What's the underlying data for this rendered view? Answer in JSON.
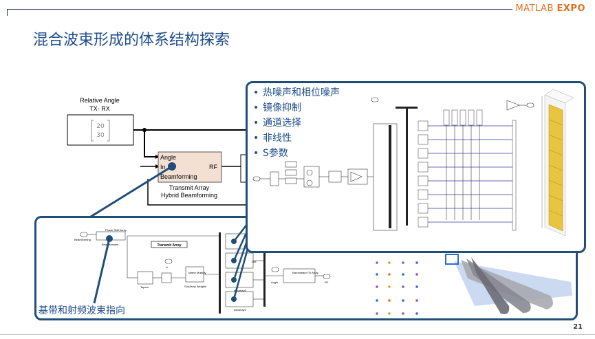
{
  "slide": {
    "brand_matlab": "MATLAB",
    "brand_expo": "EXPO",
    "title": "混合波束形成的体系结构探索",
    "page_number": "21"
  },
  "top_diagram": {
    "relative_angle_line1": "Relative Angle",
    "relative_angle_line2": "TX- RX",
    "matrix_top": "20",
    "matrix_bottom": "30",
    "block_port_angle": "Angle",
    "block_port_in": "In",
    "block_port_rf": "RF",
    "block_port_beamforming": "Beamforming",
    "block_label_line1": "Transmit Array",
    "block_label_line2": "Hybrid Beamforming"
  },
  "callout": {
    "bullets": [
      "热噪声和相位噪声",
      "镜像抑制",
      "通道选择",
      "非线性",
      "S参数"
    ]
  },
  "bottom_panel": {
    "label": "基带和射频波束指向",
    "transmit_array": "Transmit Array",
    "phase_shift_array": "Phase Shift Array",
    "beamformers": "Beamformers",
    "beamforming": "Beamforming",
    "tapers": "Tapers",
    "matrix_multiply": "Matrix Multiply",
    "subarray_weights": "SubArray Weights",
    "narrowband_tx_array": "Narrowband Tx Array",
    "angle": "Angle",
    "rf": "RF",
    "subarray3": "subarray3",
    "subarray4": "subarray4",
    "in": "In",
    "out": "Out"
  },
  "colors": {
    "accent_blue": "#1f4e79",
    "title_blue": "#1f4e8c",
    "brand_orange": "#e07020",
    "block_fill": "#f3e0d3"
  }
}
